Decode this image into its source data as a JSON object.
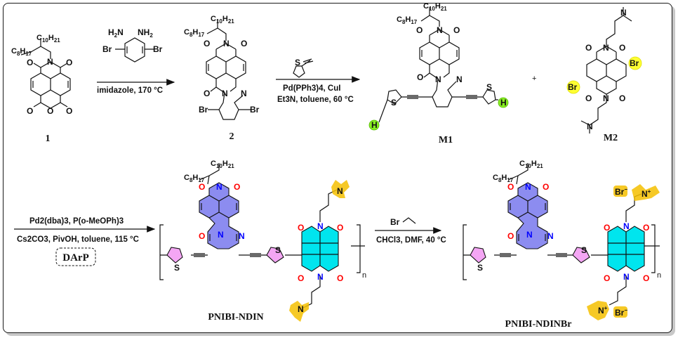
{
  "scheme": {
    "colors": {
      "nibi_core": "#8c8cf0",
      "ndi_core": "#00e5ee",
      "thiophene": "#f4a6f4",
      "amine_highlight": "#f5c000",
      "h_highlight": "#88ee22",
      "br_highlight": "#ffff33",
      "oxygen": "#ff0000",
      "nitrogen": "#0000ff"
    },
    "compounds": {
      "c1": {
        "label": "1",
        "alkyl_top": "C10H21",
        "alkyl_side": "C8H17"
      },
      "c2": {
        "label": "2",
        "alkyl_top": "C10H21",
        "alkyl_side": "C8H17"
      },
      "m1": {
        "label": "M1",
        "alkyl_top": "C10H21",
        "alkyl_side": "C8H17"
      },
      "m2": {
        "label": "M2"
      },
      "p1": {
        "label": "PNIBI-NDIN",
        "alkyl_top": "C10H21",
        "alkyl_side": "C8H17"
      },
      "p2": {
        "label": "PNIBI-NDINBr",
        "alkyl_top": "C10H21",
        "alkyl_side": "C8H17"
      }
    },
    "plus": "+",
    "repeat_n": "n",
    "steps": [
      {
        "reagent": "3,6-dibromo-1,2-phenylenediamine",
        "reagent_atoms": {
          "nh2_left": "H2N",
          "nh2_right": "NH2",
          "br": "Br"
        },
        "below": "imidazole, 170 °C"
      },
      {
        "reagent": "2-ethynylthiophene",
        "above": "",
        "below_1": "Pd(PPh3)4, CuI",
        "below_2": "Et3N, toluene, 60 °C"
      },
      {
        "above": "Pd2(dba)3, P(o-MeOPh)3",
        "below": "Cs2CO3, PivOH, toluene, 115 °C",
        "method_badge": "DArP"
      },
      {
        "reagent": "bromoethane",
        "reagent_atom": "Br",
        "below": "CHCl3, DMF, 40 °C"
      }
    ],
    "ions": {
      "bromide": "Br",
      "charge_minus": "−",
      "charge_plus": "+"
    }
  }
}
